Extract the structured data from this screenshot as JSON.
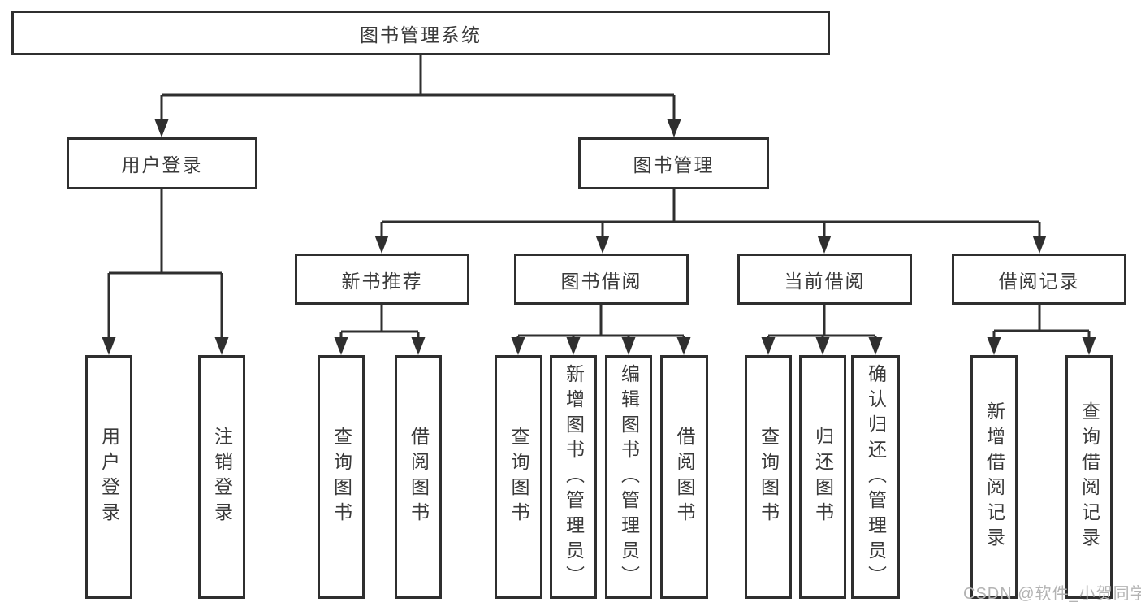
{
  "watermark": "CSDN @软件_小贺同学",
  "colors": {
    "line": "#2f2f2f",
    "box_border": "#2f2f2f",
    "text": "#3a3a3a",
    "watermark": "#b3b3b3",
    "background": "#ffffff"
  },
  "diagram": {
    "root": "图书管理系统",
    "branches": [
      {
        "label": "用户登录",
        "children": [
          "用户登录",
          "注销登录"
        ]
      },
      {
        "label": "图书管理",
        "children": [
          {
            "label": "新书推荐",
            "children": [
              "查询图书",
              "借阅图书"
            ]
          },
          {
            "label": "图书借阅",
            "children": [
              "查询图书",
              "新增图书（管理员）",
              "编辑图书（管理员）",
              "借阅图书"
            ]
          },
          {
            "label": "当前借阅",
            "children": [
              "查询图书",
              "归还图书",
              "确认归还（管理员）"
            ]
          },
          {
            "label": "借阅记录",
            "children": [
              "新增借阅记录",
              "查询借阅记录"
            ]
          }
        ]
      }
    ]
  }
}
